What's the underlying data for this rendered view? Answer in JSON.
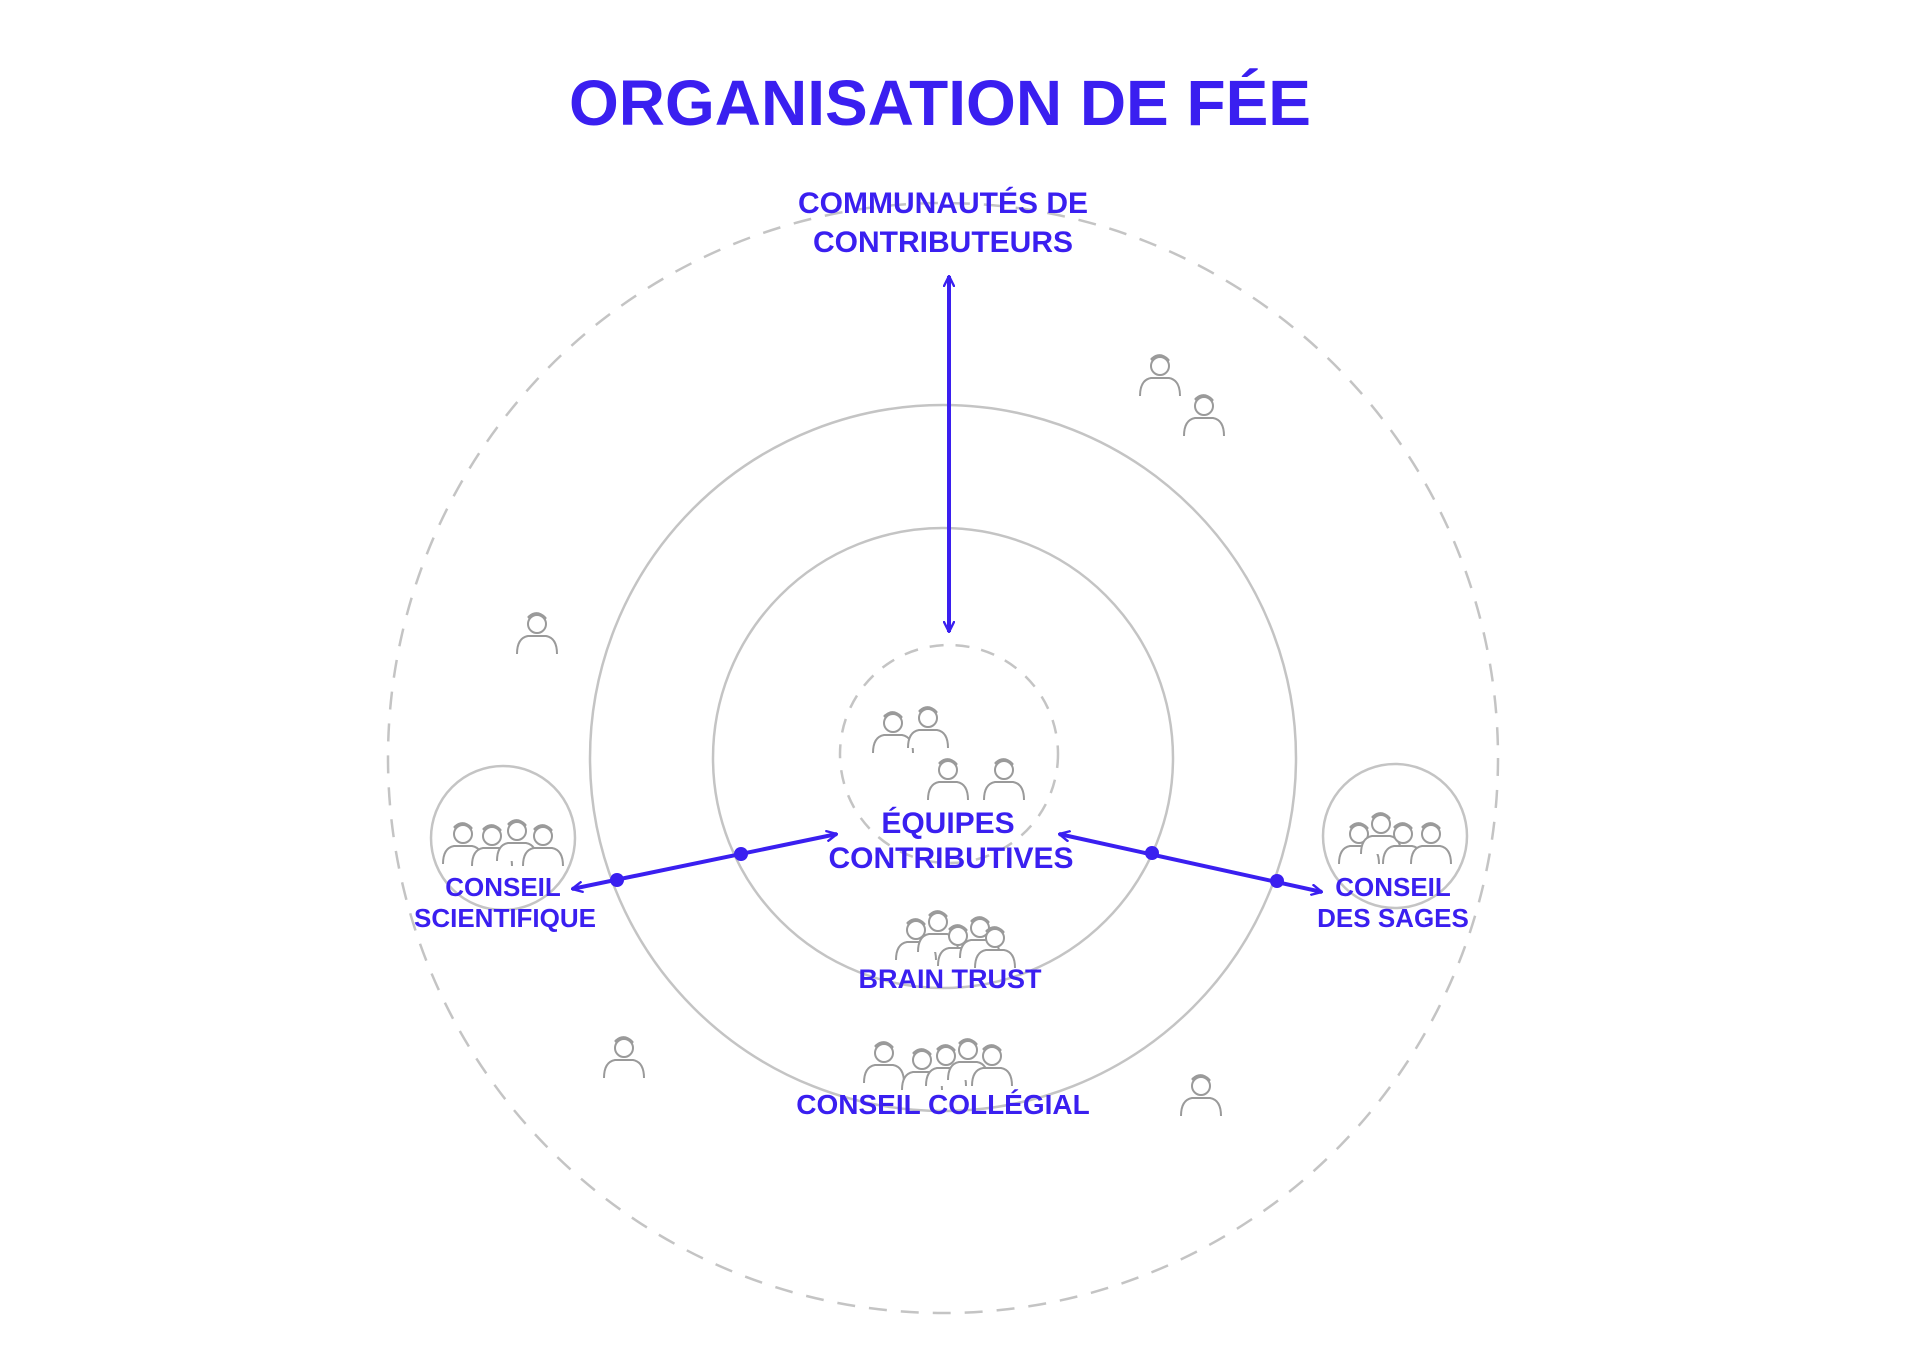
{
  "title": "ORGANISATION DE FÉE",
  "colors": {
    "accent": "#3a1ff0",
    "ring": "#c4c4c4",
    "person": "#9a9a9a"
  },
  "labels": {
    "communautes": [
      "COMMUNAUTÉS DE",
      "CONTRIBUTEURS"
    ],
    "equipes": [
      "ÉQUIPES",
      "CONTRIBUTIVES"
    ],
    "brain_trust": [
      "BRAIN TRUST"
    ],
    "conseil_collegial": [
      "CONSEIL COLLÉGIAL"
    ],
    "conseil_scientifique": [
      "CONSEIL",
      "SCIENTIFIQUE"
    ],
    "conseil_sages": [
      "CONSEIL",
      "DES SAGES"
    ]
  },
  "icons": [
    "person-icon",
    "arrow-icon",
    "connection-dot-icon"
  ]
}
